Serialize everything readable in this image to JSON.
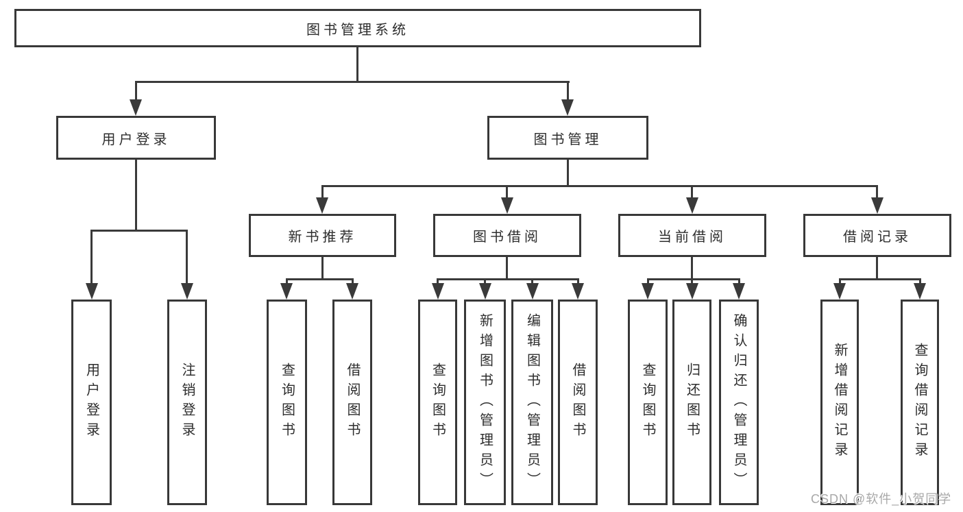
{
  "tree": {
    "label": "图书管理系统",
    "children": [
      {
        "label": "用户登录",
        "children": [
          {
            "label": "用户登录"
          },
          {
            "label": "注销登录"
          }
        ]
      },
      {
        "label": "图书管理",
        "children": [
          {
            "label": "新书推荐",
            "children": [
              {
                "label": "查询图书"
              },
              {
                "label": "借阅图书"
              }
            ]
          },
          {
            "label": "图书借阅",
            "children": [
              {
                "label": "查询图书"
              },
              {
                "label": "新增图书（管理员）"
              },
              {
                "label": "编辑图书（管理员）"
              },
              {
                "label": "借阅图书"
              }
            ]
          },
          {
            "label": "当前借阅",
            "children": [
              {
                "label": "查询图书"
              },
              {
                "label": "归还图书"
              },
              {
                "label": "确认归还（管理员）"
              }
            ]
          },
          {
            "label": "借阅记录",
            "children": [
              {
                "label": "新增借阅记录"
              },
              {
                "label": "查询借阅记录"
              }
            ]
          }
        ]
      }
    ]
  },
  "watermark": "CSDN @软件_小贺同学",
  "colors": {
    "line": "#3a3a3a",
    "border": "#383838",
    "text": "#2d2d2d",
    "watermark": "#a8a8a8",
    "background": "#ffffff"
  }
}
